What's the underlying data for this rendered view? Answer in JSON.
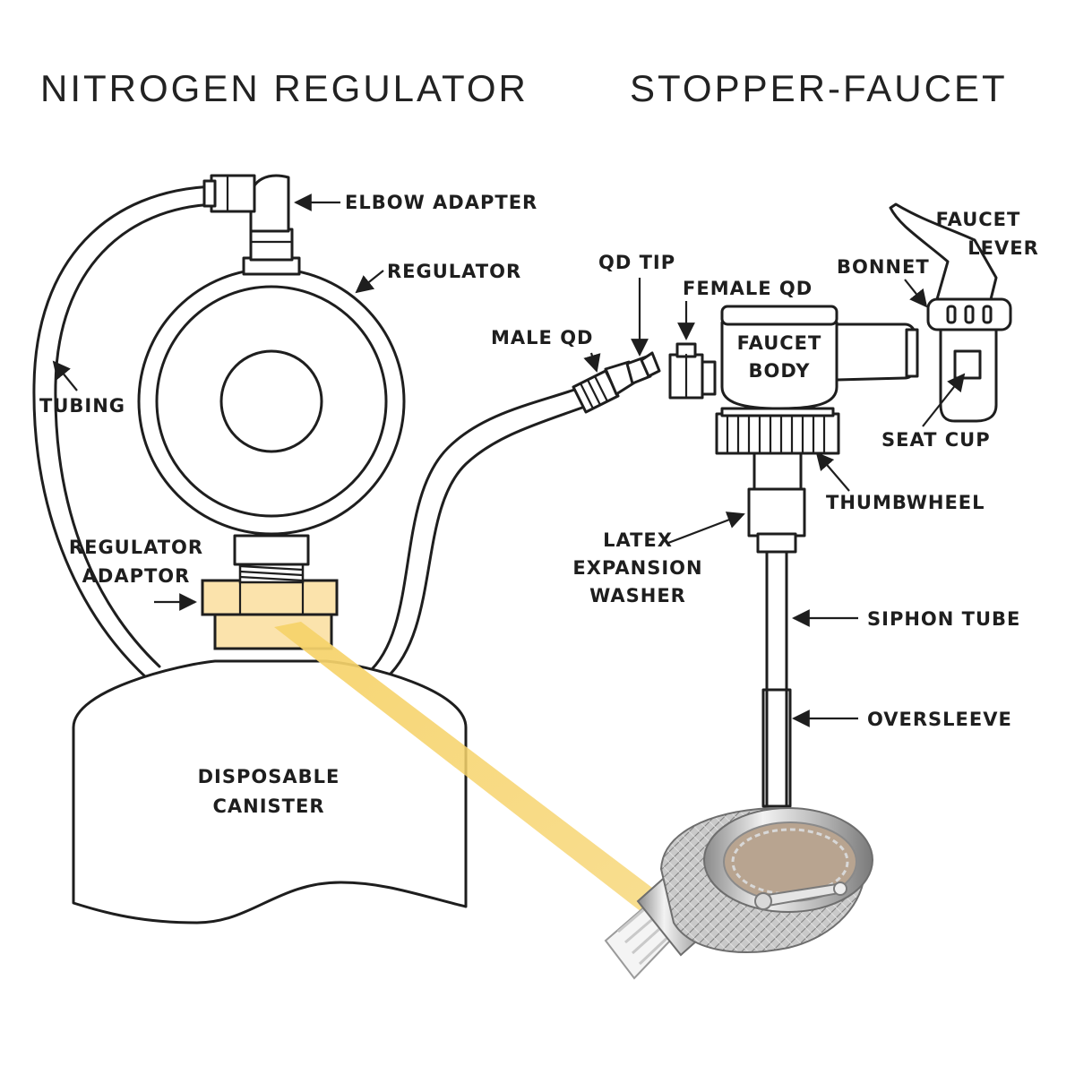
{
  "titles": {
    "left": "NITROGEN REGULATOR",
    "right": "STOPPER-FAUCET"
  },
  "labels": {
    "elbow_adapter": "ELBOW ADAPTER",
    "regulator": "REGULATOR",
    "tubing": "TUBING",
    "regulator_adaptor_line1": "REGULATOR",
    "regulator_adaptor_line2": "ADAPTOR",
    "disposable_canister_line1": "DISPOSABLE",
    "disposable_canister_line2": "CANISTER",
    "qd_tip": "QD TIP",
    "male_qd": "MALE QD",
    "female_qd": "FEMALE QD",
    "faucet_body_line1": "FAUCET",
    "faucet_body_line2": "BODY",
    "bonnet": "BONNET",
    "faucet_lever_line1": "FAUCET",
    "faucet_lever_line2": "LEVER",
    "seat_cup": "SEAT CUP",
    "thumbwheel": "THUMBWHEEL",
    "latex_washer_line1": "LATEX",
    "latex_washer_line2": "EXPANSION",
    "latex_washer_line3": "WASHER",
    "siphon_tube": "SIPHON TUBE",
    "oversleeve": "OVERSLEEVE"
  },
  "colors": {
    "line": "#1e1e1e",
    "adaptor_fill": "#fbe3ac",
    "highlight_beam": "#f6d36b",
    "metal_light": "#e6e6e6",
    "metal_dark": "#8a8a8a",
    "background": "#ffffff"
  }
}
